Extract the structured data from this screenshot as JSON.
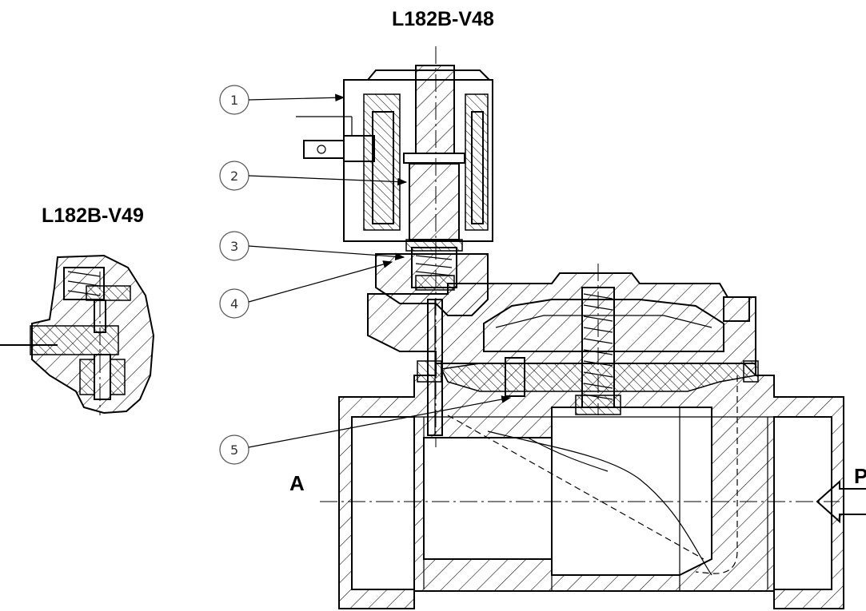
{
  "drawing": {
    "title_main": "L182B-V48",
    "title_detail": "L182B-V49",
    "port_outlet": "A",
    "port_inlet": "P",
    "balloons": [
      "1",
      "2",
      "3",
      "4",
      "5"
    ]
  }
}
